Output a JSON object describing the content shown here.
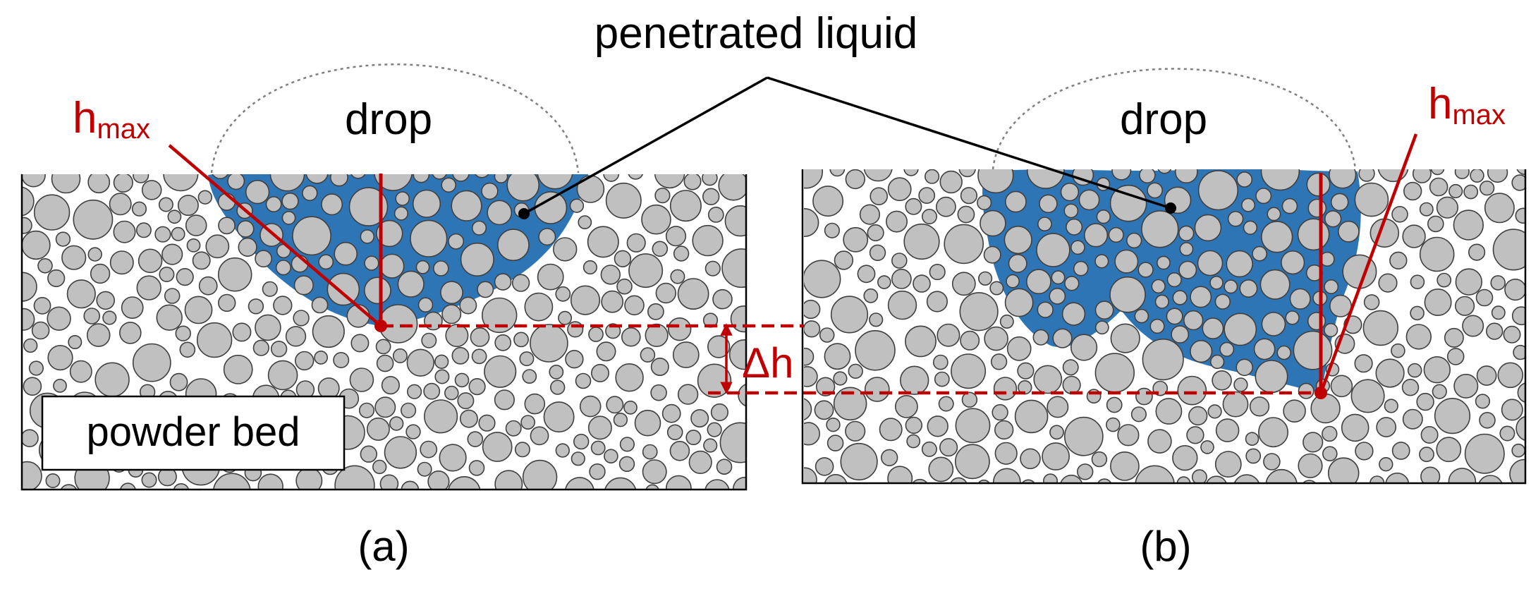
{
  "labels": {
    "penetrated_liquid": "penetrated liquid",
    "drop_left": "drop",
    "drop_right": "drop",
    "hmax_left_main": "h",
    "hmax_left_sub": "max",
    "hmax_right_main": "h",
    "hmax_right_sub": "max",
    "delta_h": "Δh",
    "powder_bed": "powder bed",
    "panel_a": "(a)",
    "panel_b": "(b)"
  },
  "colors": {
    "particle_fill": "#c0c0c0",
    "particle_stroke": "#404040",
    "liquid": "#2e75b6",
    "annotation_red": "#c00000",
    "pointer_black": "#000000",
    "drop_outline": "#7f7f7f"
  }
}
